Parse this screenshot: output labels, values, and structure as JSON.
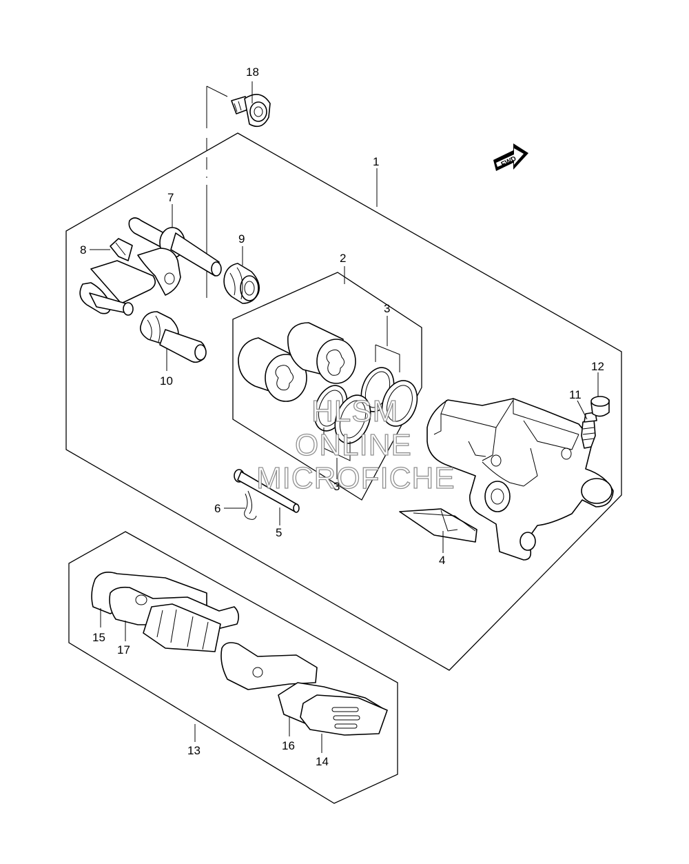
{
  "labels": {
    "p1": "1",
    "p2": "2",
    "p3a": "3",
    "p3b": "3",
    "p4": "4",
    "p5": "5",
    "p6": "6",
    "p7": "7",
    "p8": "8",
    "p9": "9",
    "p10": "10",
    "p11": "11",
    "p12": "12",
    "p13": "13",
    "p14": "14",
    "p15": "15",
    "p16": "16",
    "p17": "17",
    "p18": "18"
  },
  "fwd_arrow": "FWD",
  "watermark": {
    "line1": "HLSM",
    "line2": "ONLINE",
    "line3": "MICROFICHE"
  }
}
